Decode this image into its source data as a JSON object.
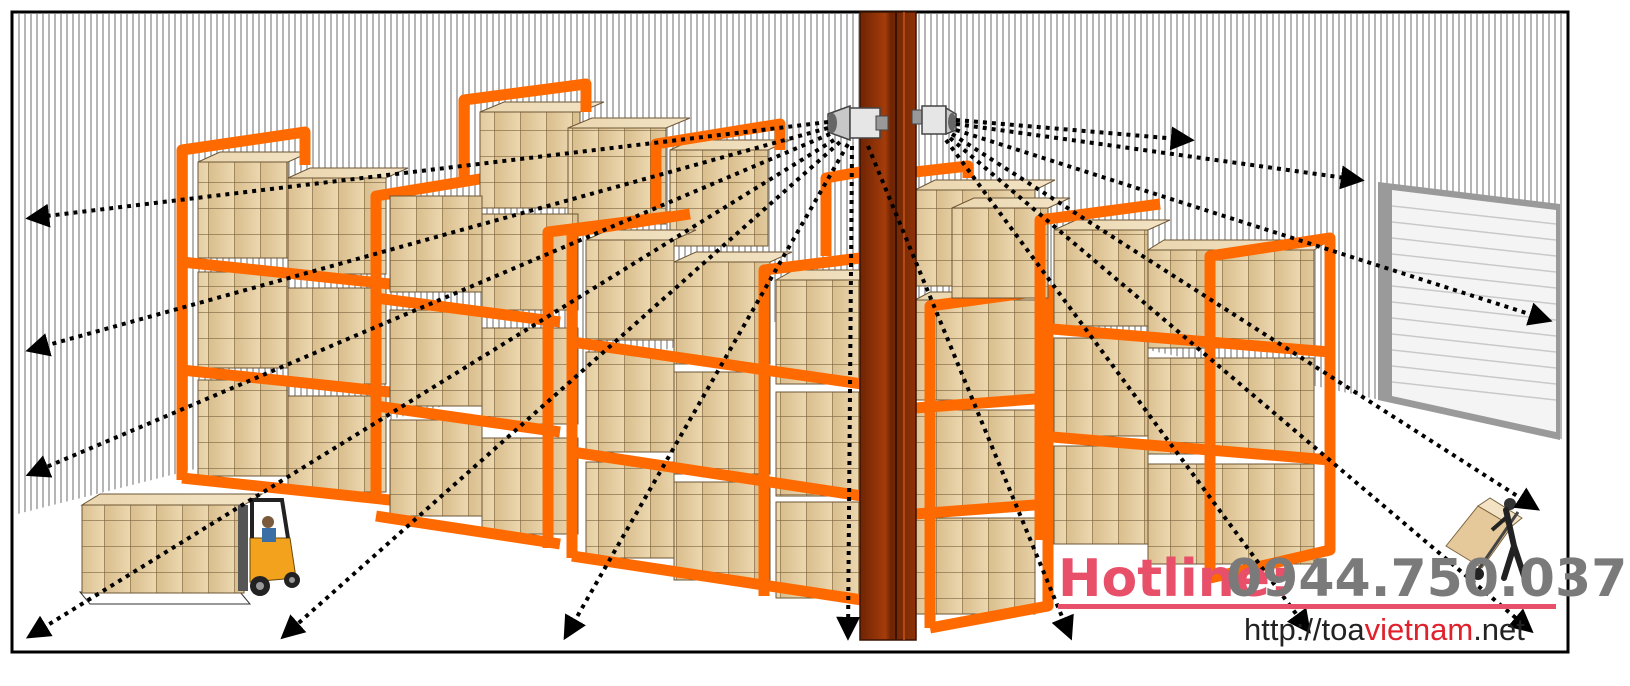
{
  "hotline": {
    "label": "Hotline:",
    "number": "0944.750.037",
    "label_color": "#e8506a",
    "number_color": "#7a7a7a"
  },
  "url": {
    "prefix": "http://toa",
    "brand": "vietnam",
    "suffix": ".net",
    "prefix_color": "#222222",
    "brand_color": "#e0202a"
  },
  "colors": {
    "rack": "#ff6a00",
    "pillar": "#8a3008",
    "box": "#e0c79a",
    "wall_stripe": "#b8b8b8"
  },
  "icons": [
    "horn-speaker-icon",
    "forklift-icon",
    "hand-truck-worker-icon",
    "roller-door-icon"
  ]
}
